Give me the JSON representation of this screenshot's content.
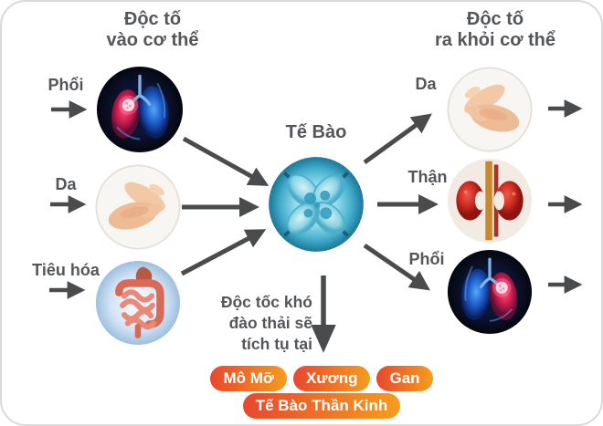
{
  "left": {
    "title_line1": "Độc tố",
    "title_line2": "vào cơ thể",
    "rows": [
      {
        "label": "Phổi",
        "organ_icon": "lungs-image"
      },
      {
        "label": "Da",
        "organ_icon": "hands-skin-image"
      },
      {
        "label": "Tiêu hóa",
        "organ_icon": "digestive-tract-image"
      }
    ]
  },
  "center": {
    "cell_label": "Tế Bào",
    "cell_icon": "cell-image",
    "note_line1": "Độc tốc khó",
    "note_line2": "đào thải sẽ",
    "note_line3": "tích tụ tại"
  },
  "right": {
    "title_line1": "Độc tố",
    "title_line2": "ra khỏi cơ thể",
    "rows": [
      {
        "label": "Da",
        "organ_icon": "hands-skin-image"
      },
      {
        "label": "Thận",
        "organ_icon": "kidneys-image"
      },
      {
        "label": "Phổi",
        "organ_icon": "lungs-image"
      }
    ]
  },
  "accumulation": {
    "row1": [
      "Mô Mỡ",
      "Xương",
      "Gan"
    ],
    "row2": [
      "Tế Bào Thần Kinh"
    ]
  },
  "colors": {
    "text": "#54565A",
    "arrow": "#4A4B4D",
    "pill_gradient_start": "#E8472F",
    "pill_gradient_end": "#F59D1E"
  }
}
